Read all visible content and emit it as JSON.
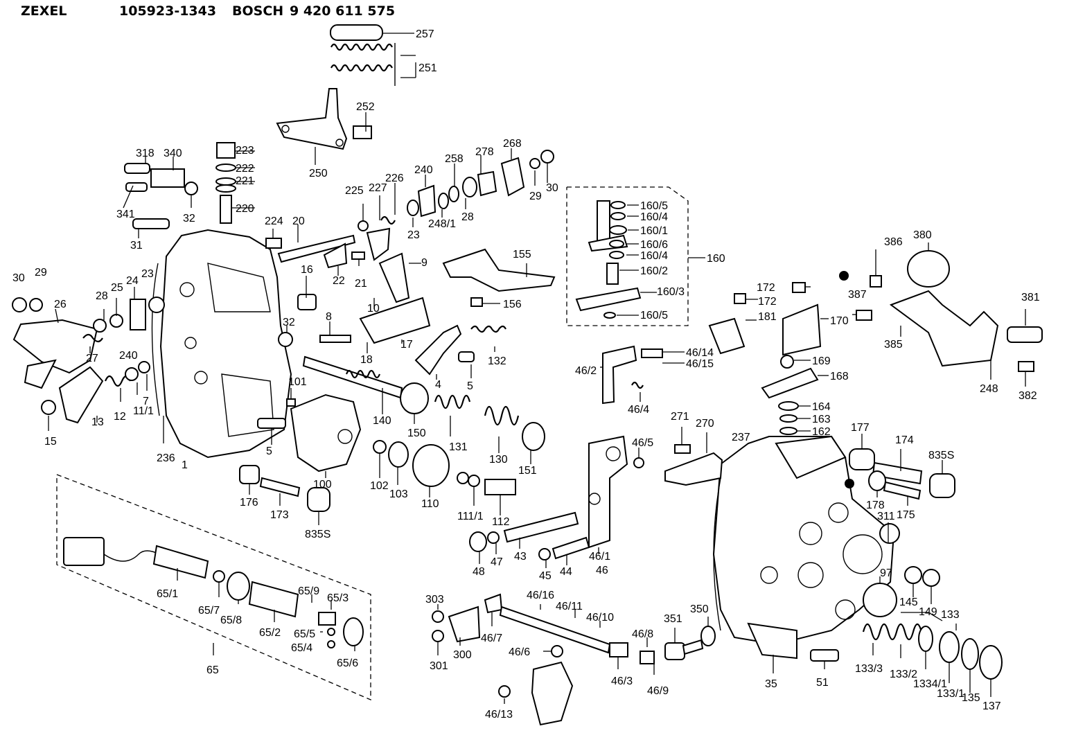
{
  "header": {
    "brand1": "ZEXEL",
    "number1": "105923-1343",
    "brand2": "BOSCH",
    "number2": "9 420 611 575"
  },
  "labels": [
    {
      "t": "257"
    },
    {
      "t": "251"
    },
    {
      "t": "252"
    },
    {
      "t": "250"
    },
    {
      "t": "223"
    },
    {
      "t": "222"
    },
    {
      "t": "221"
    },
    {
      "t": "220"
    },
    {
      "t": "318"
    },
    {
      "t": "340"
    },
    {
      "t": "341"
    },
    {
      "t": "32"
    },
    {
      "t": "31"
    },
    {
      "t": "224"
    },
    {
      "t": "20"
    },
    {
      "t": "16"
    },
    {
      "t": "225"
    },
    {
      "t": "227"
    },
    {
      "t": "226"
    },
    {
      "t": "240"
    },
    {
      "t": "258"
    },
    {
      "t": "278"
    },
    {
      "t": "268"
    },
    {
      "t": "29"
    },
    {
      "t": "30"
    },
    {
      "t": "23"
    },
    {
      "t": "248/1"
    },
    {
      "t": "28"
    },
    {
      "t": "22"
    },
    {
      "t": "21"
    },
    {
      "t": "9"
    },
    {
      "t": "155"
    },
    {
      "t": "156"
    },
    {
      "t": "10"
    },
    {
      "t": "17"
    },
    {
      "t": "18"
    },
    {
      "t": "8"
    },
    {
      "t": "132"
    },
    {
      "t": "4"
    },
    {
      "t": "5"
    },
    {
      "t": "30"
    },
    {
      "t": "29"
    },
    {
      "t": "26"
    },
    {
      "t": "28"
    },
    {
      "t": "25"
    },
    {
      "t": "24"
    },
    {
      "t": "23"
    },
    {
      "t": "240"
    },
    {
      "t": "27"
    },
    {
      "t": "12"
    },
    {
      "t": "11/1"
    },
    {
      "t": "7"
    },
    {
      "t": "13"
    },
    {
      "t": "15"
    },
    {
      "t": "236"
    },
    {
      "t": "1"
    },
    {
      "t": "32"
    },
    {
      "t": "101"
    },
    {
      "t": "5"
    },
    {
      "t": "140"
    },
    {
      "t": "150"
    },
    {
      "t": "131"
    },
    {
      "t": "130"
    },
    {
      "t": "151"
    },
    {
      "t": "100"
    },
    {
      "t": "102"
    },
    {
      "t": "103"
    },
    {
      "t": "110"
    },
    {
      "t": "111/1"
    },
    {
      "t": "112"
    },
    {
      "t": "176"
    },
    {
      "t": "173"
    },
    {
      "t": "835S"
    },
    {
      "t": "160/5"
    },
    {
      "t": "160/4"
    },
    {
      "t": "160/1"
    },
    {
      "t": "160/6"
    },
    {
      "t": "160/4"
    },
    {
      "t": "160/2"
    },
    {
      "t": "160/3"
    },
    {
      "t": "160/5"
    },
    {
      "t": "160"
    },
    {
      "t": "46/14"
    },
    {
      "t": "46/15"
    },
    {
      "t": "46/2"
    },
    {
      "t": "46/4"
    },
    {
      "t": "172"
    },
    {
      "t": "172"
    },
    {
      "t": "181"
    },
    {
      "t": "170"
    },
    {
      "t": "169"
    },
    {
      "t": "168"
    },
    {
      "t": "164"
    },
    {
      "t": "163"
    },
    {
      "t": "162"
    },
    {
      "t": "386"
    },
    {
      "t": "380"
    },
    {
      "t": "387"
    },
    {
      "t": "385"
    },
    {
      "t": "381"
    },
    {
      "t": "248"
    },
    {
      "t": "382"
    },
    {
      "t": "271"
    },
    {
      "t": "270"
    },
    {
      "t": "46/5"
    },
    {
      "t": "237"
    },
    {
      "t": "177"
    },
    {
      "t": "174"
    },
    {
      "t": "835S"
    },
    {
      "t": "178"
    },
    {
      "t": "175"
    },
    {
      "t": "311"
    },
    {
      "t": "48"
    },
    {
      "t": "47"
    },
    {
      "t": "43"
    },
    {
      "t": "45"
    },
    {
      "t": "44"
    },
    {
      "t": "46/1"
    },
    {
      "t": "46"
    },
    {
      "t": "97"
    },
    {
      "t": "145"
    },
    {
      "t": "149"
    },
    {
      "t": "133"
    },
    {
      "t": "65/1"
    },
    {
      "t": "65/7"
    },
    {
      "t": "65/8"
    },
    {
      "t": "65/9"
    },
    {
      "t": "65/3"
    },
    {
      "t": "65/2"
    },
    {
      "t": "65/5"
    },
    {
      "t": "65/4"
    },
    {
      "t": "65/6"
    },
    {
      "t": "65"
    },
    {
      "t": "303"
    },
    {
      "t": "301"
    },
    {
      "t": "300"
    },
    {
      "t": "46/16"
    },
    {
      "t": "46/11"
    },
    {
      "t": "46/10"
    },
    {
      "t": "46/7"
    },
    {
      "t": "46/6"
    },
    {
      "t": "46/3"
    },
    {
      "t": "46/8"
    },
    {
      "t": "46/9"
    },
    {
      "t": "46/13"
    },
    {
      "t": "351"
    },
    {
      "t": "350"
    },
    {
      "t": "35"
    },
    {
      "t": "51"
    },
    {
      "t": "133/3"
    },
    {
      "t": "133/2"
    },
    {
      "t": "1334/1"
    },
    {
      "t": "133/1"
    },
    {
      "t": "135"
    },
    {
      "t": "137"
    }
  ]
}
